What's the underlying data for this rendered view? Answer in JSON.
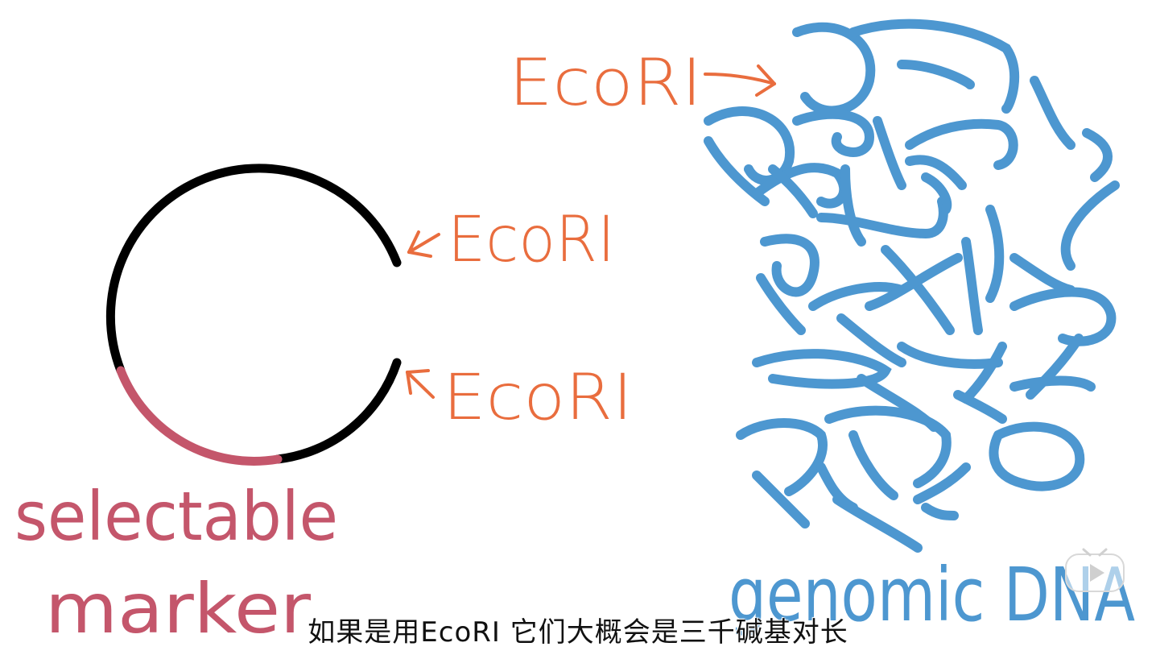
{
  "labels": {
    "ecori_top": "EcoRI",
    "ecori_plasmid_upper": "EcoRI",
    "ecori_plasmid_lower": "EcoRI",
    "selectable": "selectable",
    "marker": "marker",
    "genomic_dna": "genomic DNA"
  },
  "subtitle": "如果是用EcoRI 它们大概会是三千碱基对长",
  "colors": {
    "orange": "#e96d3e",
    "plasmid": "#000000",
    "marker": "#c4566b",
    "dna": "#4d97d0"
  },
  "icons": {
    "watermark": "play-icon"
  }
}
